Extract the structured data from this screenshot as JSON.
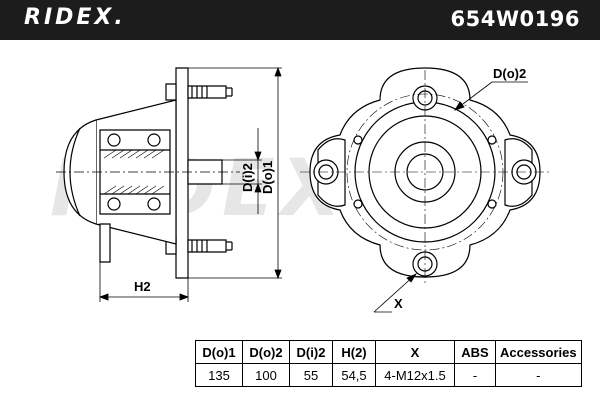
{
  "header": {
    "brand": "RIDEX.",
    "part_number": "654W0196",
    "background": "#1c1c1c"
  },
  "drawing": {
    "label_h2": "H2",
    "label_di2": "D(i)2",
    "label_do1": "D(o)1",
    "label_do2": "D(o)2",
    "label_x": "X",
    "watermark": "RIDEX"
  },
  "table": {
    "headers": [
      "D(o)1",
      "D(o)2",
      "D(i)2",
      "H(2)",
      "X",
      "ABS",
      "Accessories"
    ],
    "values": [
      "135",
      "100",
      "55",
      "54,5",
      "4-M12x1.5",
      "-",
      "-"
    ]
  }
}
